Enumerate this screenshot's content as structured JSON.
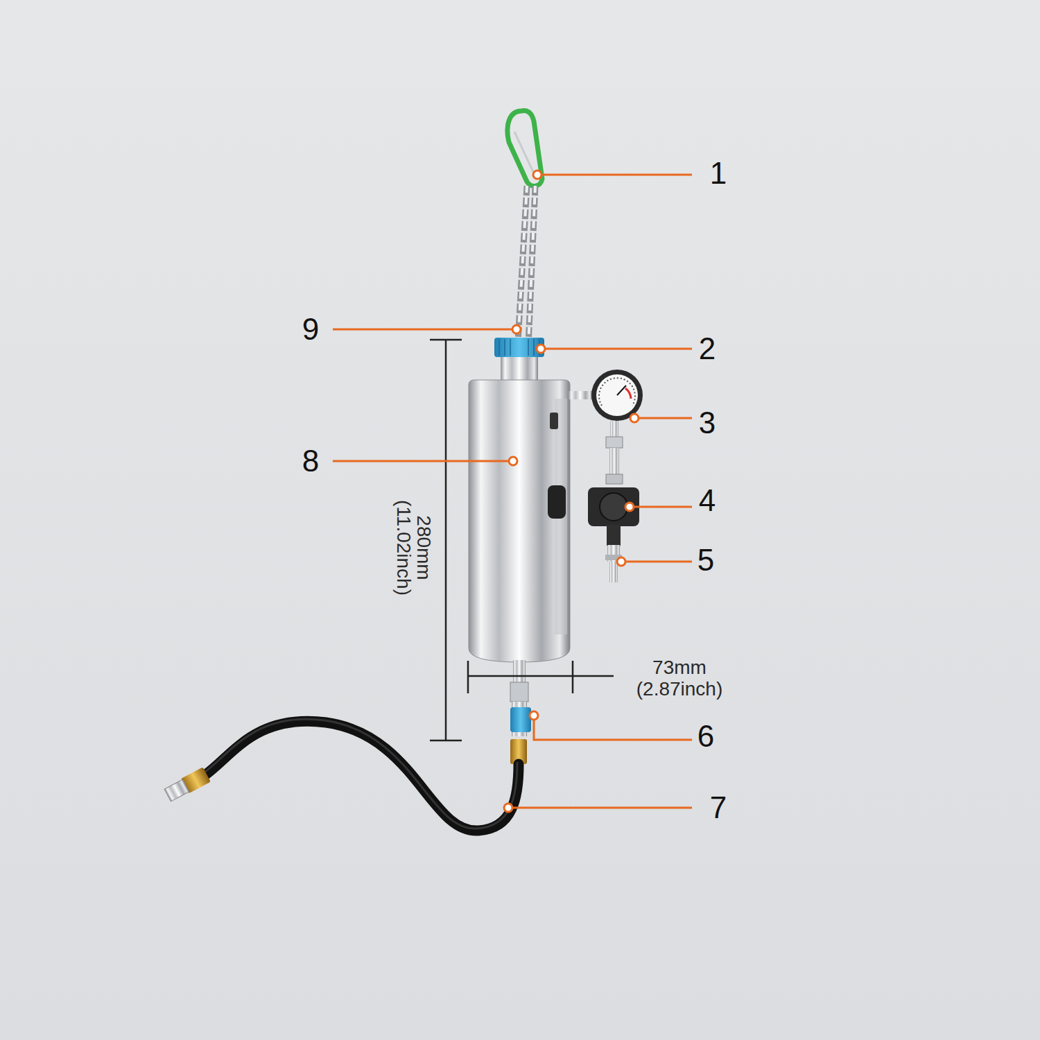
{
  "diagram": {
    "labels": [
      "1",
      "9",
      "2",
      "3",
      "8",
      "4",
      "5",
      "280mm",
      "(11.02inch)",
      "73mm",
      "(2.87inch)",
      "6",
      "7"
    ]
  }
}
